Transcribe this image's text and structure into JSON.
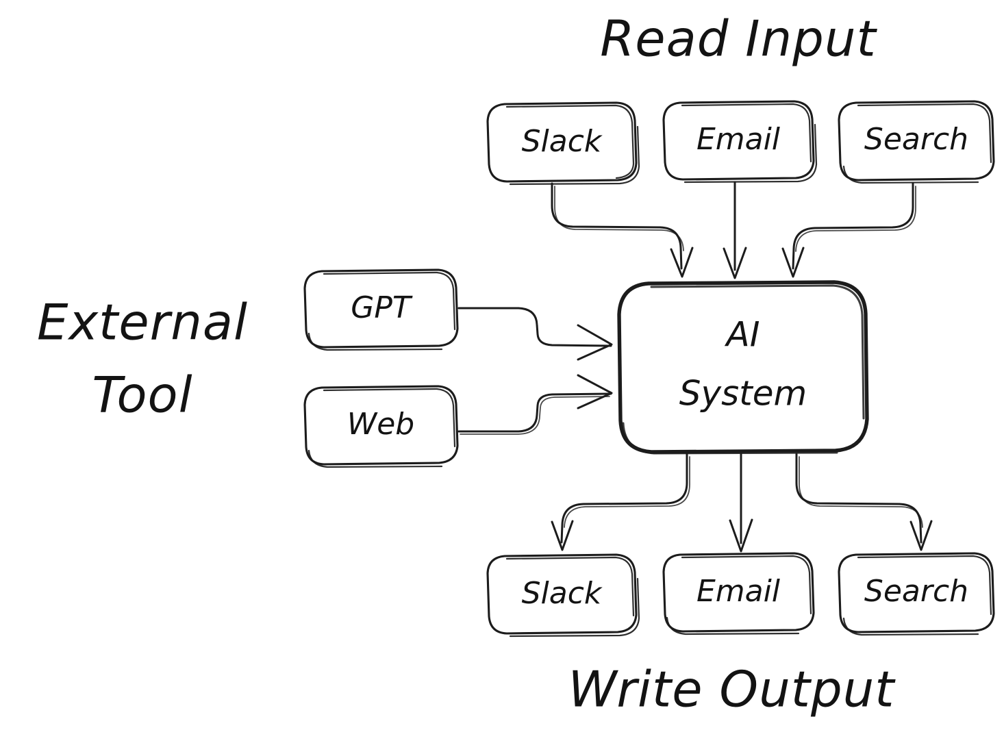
{
  "diagram": {
    "title": "AI System integration diagram",
    "background_color": "#ffffff",
    "stroke_color": "#1c1c1c",
    "text_color": "#131313",
    "style": "hand-drawn sketch"
  },
  "sections": {
    "read_input": {
      "label": "Read Input"
    },
    "write_output": {
      "label": "Write Output"
    },
    "external_tool": {
      "label_line1": "External",
      "label_line2": "Tool"
    }
  },
  "nodes": {
    "center": {
      "label_line1": "AI",
      "label_line2": "System"
    },
    "inputs": [
      {
        "id": "input-slack",
        "label": "Slack"
      },
      {
        "id": "input-email",
        "label": "Email"
      },
      {
        "id": "input-search",
        "label": "Search"
      }
    ],
    "tools": [
      {
        "id": "tool-gpt",
        "label": "GPT"
      },
      {
        "id": "tool-web",
        "label": "Web"
      }
    ],
    "outputs": [
      {
        "id": "output-slack",
        "label": "Slack"
      },
      {
        "id": "output-email",
        "label": "Email"
      },
      {
        "id": "output-search",
        "label": "Search"
      }
    ]
  },
  "edges": [
    {
      "from": "input-slack",
      "to": "ai-system",
      "direction": "down"
    },
    {
      "from": "input-email",
      "to": "ai-system",
      "direction": "down"
    },
    {
      "from": "input-search",
      "to": "ai-system",
      "direction": "down"
    },
    {
      "from": "tool-gpt",
      "to": "ai-system",
      "direction": "right"
    },
    {
      "from": "tool-web",
      "to": "ai-system",
      "direction": "right"
    },
    {
      "from": "ai-system",
      "to": "output-slack",
      "direction": "down"
    },
    {
      "from": "ai-system",
      "to": "output-email",
      "direction": "down"
    },
    {
      "from": "ai-system",
      "to": "output-search",
      "direction": "down"
    }
  ]
}
